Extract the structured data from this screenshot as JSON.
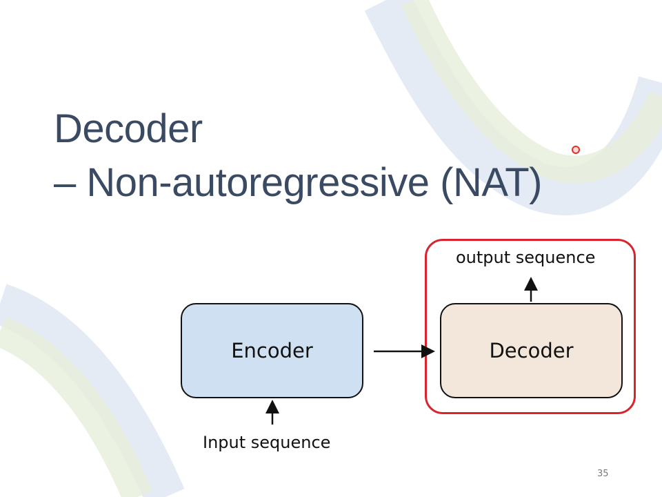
{
  "title": {
    "line1": "Decoder",
    "line2": "– Non-autoregressive (NAT)"
  },
  "diagram": {
    "encoder_label": "Encoder",
    "decoder_label": "Decoder",
    "input_label": "Input sequence",
    "output_label": "output sequence",
    "highlight_color": "#d9232e",
    "encoder_fill": "#cfe0f3",
    "decoder_fill": "#f3e6da"
  },
  "footer": {
    "page_number": "35"
  }
}
